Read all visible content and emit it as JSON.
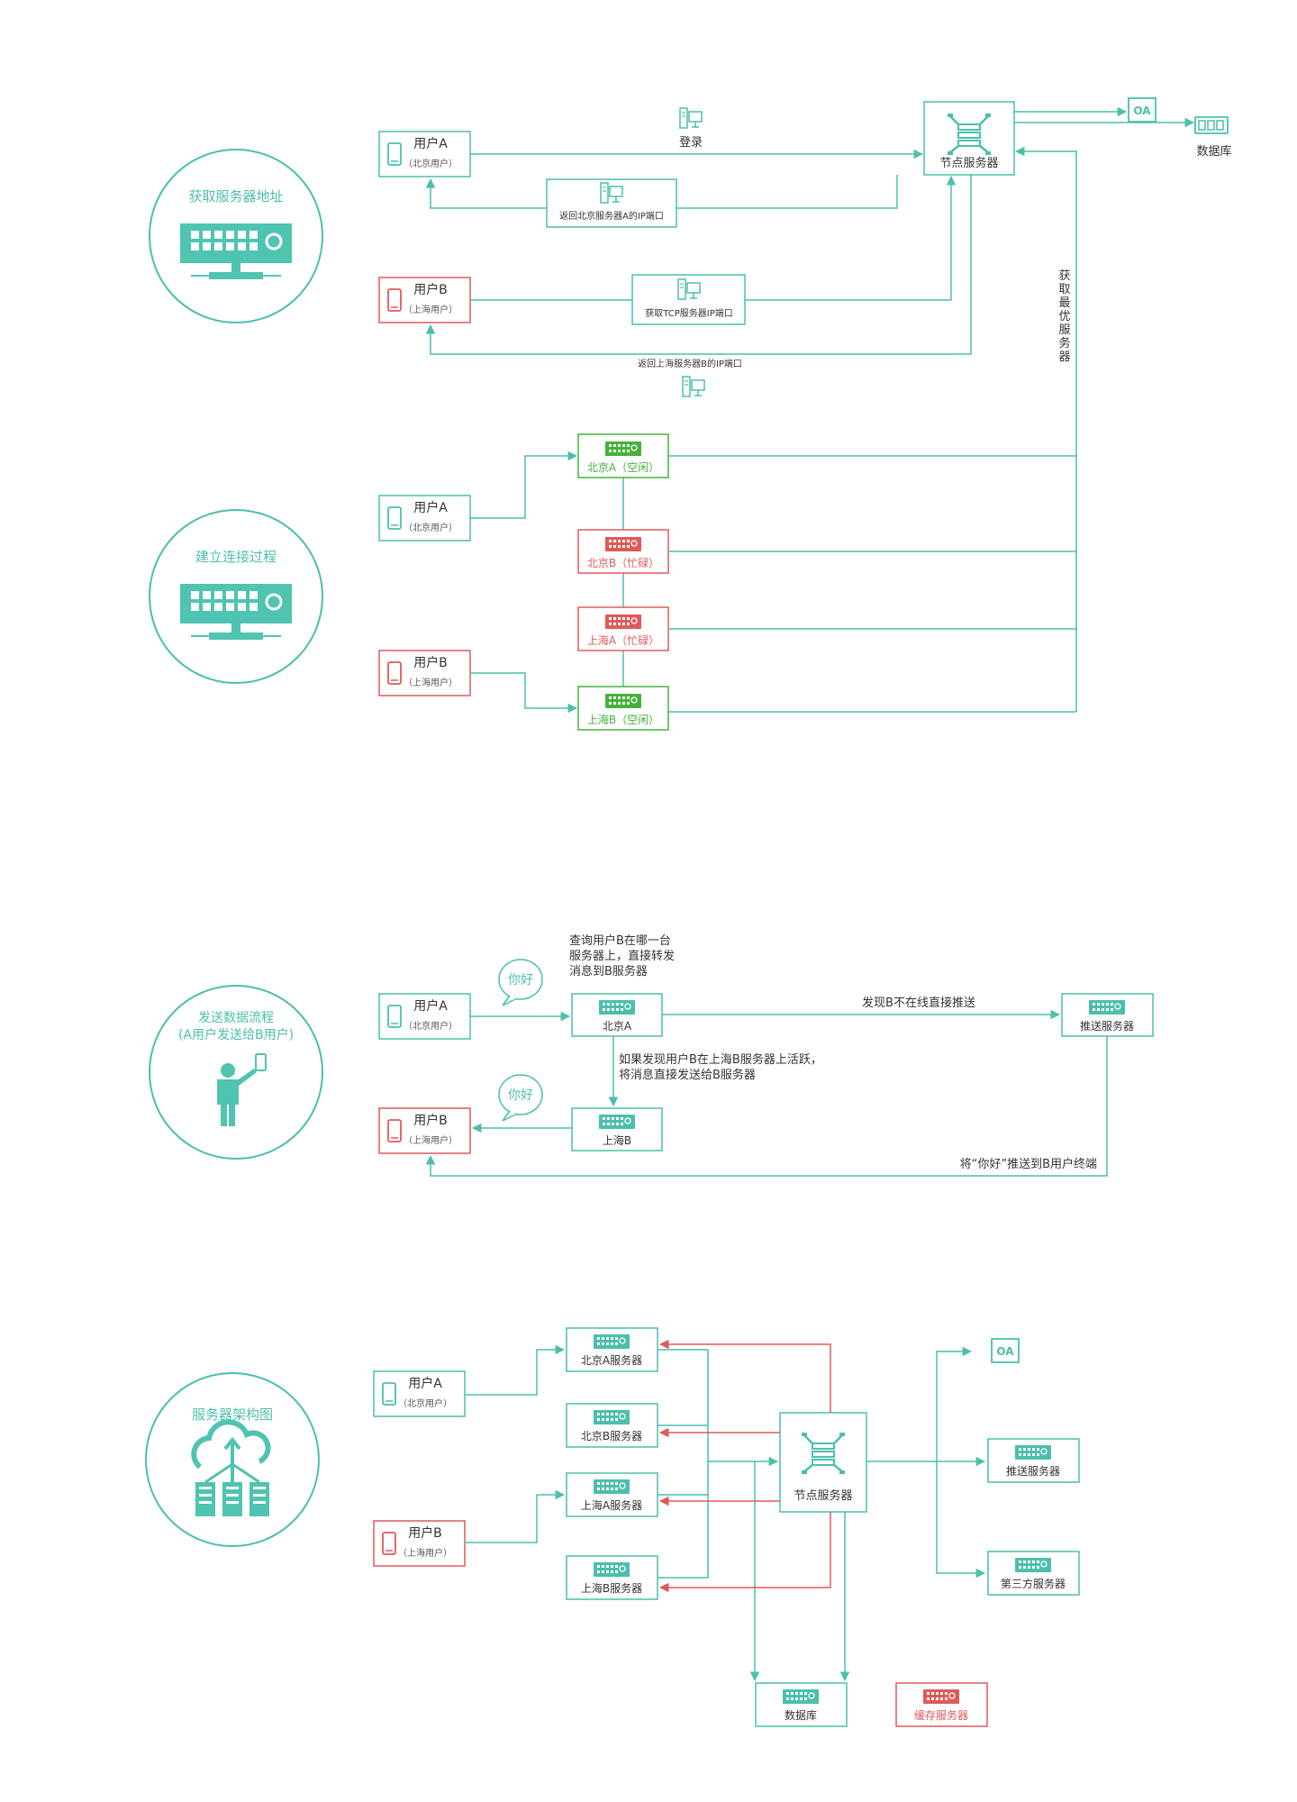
{
  "colors": {
    "teal": "#4cbfac",
    "red": "#e05a5a",
    "green": "#45b23a",
    "fill_teal": "#4fc4b0"
  },
  "sections": {
    "s1": "获取服务器地址",
    "s2": "建立连接过程",
    "s3_line1": "发送数据流程",
    "s3_line2": "(A用户发送给B用户)",
    "s4": "服务器架构图"
  },
  "users": {
    "a_name": "用户A",
    "a_sub": "（北京用户）",
    "b_name": "用户B",
    "b_sub": "（上海用户）"
  },
  "d1": {
    "node": "节点服务器",
    "oa": "OA",
    "db": "数据库",
    "login": "登录",
    "return_a": "返回北京服务器A的IP端口",
    "get_tcp": "获取TCP服务器IP端口",
    "return_b": "返回上海服务器B的IP端口",
    "optimal": "获取最优服务器"
  },
  "d2": {
    "bj_a": "北京A（空闲）",
    "bj_b": "北京B（忙碌）",
    "sh_a": "上海A（忙碌）",
    "sh_b": "上海B（空闲）"
  },
  "d3": {
    "query_1": "查询用户B在哪一台",
    "query_2": "服务器上，直接转发",
    "query_3": "消息到B服务器",
    "bubble": "你好",
    "bj": "北京A",
    "sh": "上海B",
    "push": "推送服务器",
    "offline": "发现B不在线直接推送",
    "active_1": "如果发现用户B在上海B服务器上活跃，",
    "active_2": "将消息直接发送给B服务器",
    "push_to_b": "将“你好”推送到B用户终端"
  },
  "d4": {
    "bj_a": "北京A服务器",
    "bj_b": "北京B服务器",
    "sh_a": "上海A服务器",
    "sh_b": "上海B服务器",
    "node": "节点服务器",
    "oa": "OA",
    "push": "推送服务器",
    "third": "第三方服务器",
    "db": "数据库",
    "cache": "缓存服务器"
  }
}
